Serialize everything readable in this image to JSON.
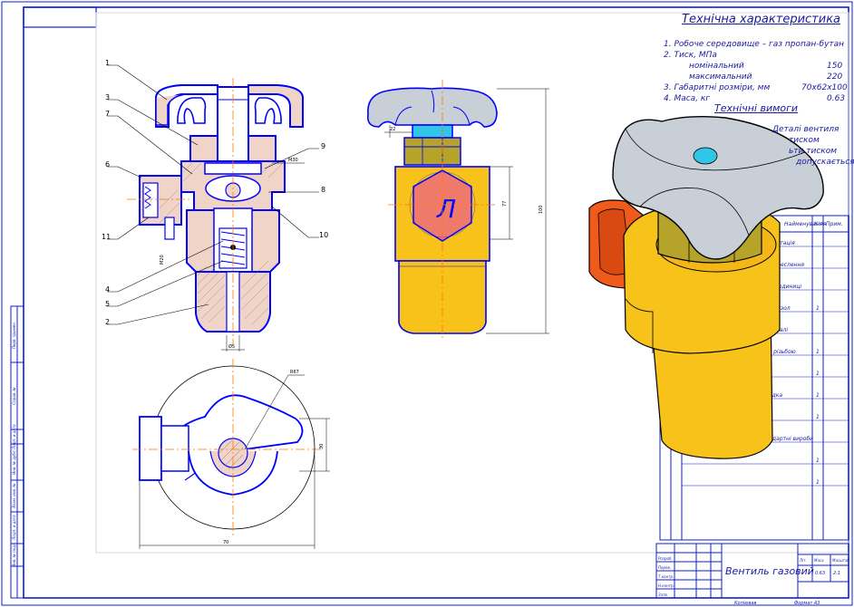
{
  "colors": {
    "frame": "#0b1fd6",
    "outline": "#0000ff",
    "body_yellow": "#f7c21a",
    "handle_grey": "#c9cfd6",
    "cap_orange": "#f05a1a",
    "nut_olive": "#b6a32a",
    "cyan": "#31c6e8",
    "center_line": "#ff7a00"
  },
  "tech": {
    "title": "Технічна  характеристика",
    "lines": [
      "1. Робоче середовище  –  газ пропан-бутан",
      "2. Тиск, МПа",
      "номінальний",
      "максимальний",
      "3. Габаритні розміри, мм",
      "4. Маса, кг"
    ],
    "values": [
      "150",
      "220",
      "70x62x100",
      "0.63"
    ]
  },
  "reqs": {
    "title": "Технічні вимоги",
    "lines": [
      "Деталі вентиля",
      "тиском",
      "ьти тиском",
      "допускається"
    ]
  },
  "spec_headers": {
    "qty": "Кіл.",
    "note": "Прим."
  },
  "spec_rows": [
    {
      "name": "ментація",
      "qty": ""
    },
    {
      "name": "а креслення",
      "qty": ""
    },
    {
      "name": "ові одиниці",
      "qty": ""
    },
    {
      "name": "й вузол",
      "qty": "1"
    },
    {
      "name": "Деталі",
      "qty": ""
    },
    {
      "name": "з різьбою",
      "qty": "1"
    },
    {
      "name": "",
      "qty": "1"
    },
    {
      "name": "ядка",
      "qty": "1"
    },
    {
      "name": "",
      "qty": "1"
    },
    {
      "name": "ндартні вироби",
      "qty": ""
    },
    {
      "name": "",
      "qty": "1"
    },
    {
      "name": "",
      "qty": "1"
    }
  ],
  "leaders": {
    "l1": "1",
    "l2": "2",
    "l3": "3",
    "l4": "4",
    "l5": "5",
    "l6": "6",
    "l7": "7",
    "l8": "8",
    "l9": "9",
    "l10": "10",
    "l11": "11"
  },
  "dims": {
    "d_tight": "22",
    "d_100": "100",
    "d_77": "77",
    "d_70": "70",
    "d_30": "30",
    "d_r": "R67",
    "d_small": "Ø5",
    "thread": "М30",
    "thread2": "М20"
  },
  "marker": "Л",
  "title_block": {
    "name": "Вентиль газовий",
    "row_labels": [
      "Розроб.",
      "Перев.",
      "Т.контр.",
      "Н.контр.",
      "Затв."
    ],
    "header_labels": [
      "Літ.",
      "Маса",
      "Масштаб"
    ],
    "values": [
      "0.63",
      "2:1"
    ],
    "bottom_left": "Копіював",
    "bottom_right": "Формат  А3"
  },
  "left_strip": [
    "Перв. примен.",
    "Справ. №",
    "Подп. и дата",
    "Инв. № дубл.",
    "Взам. инв. №",
    "Подп. и дата",
    "Инв. № подл."
  ]
}
